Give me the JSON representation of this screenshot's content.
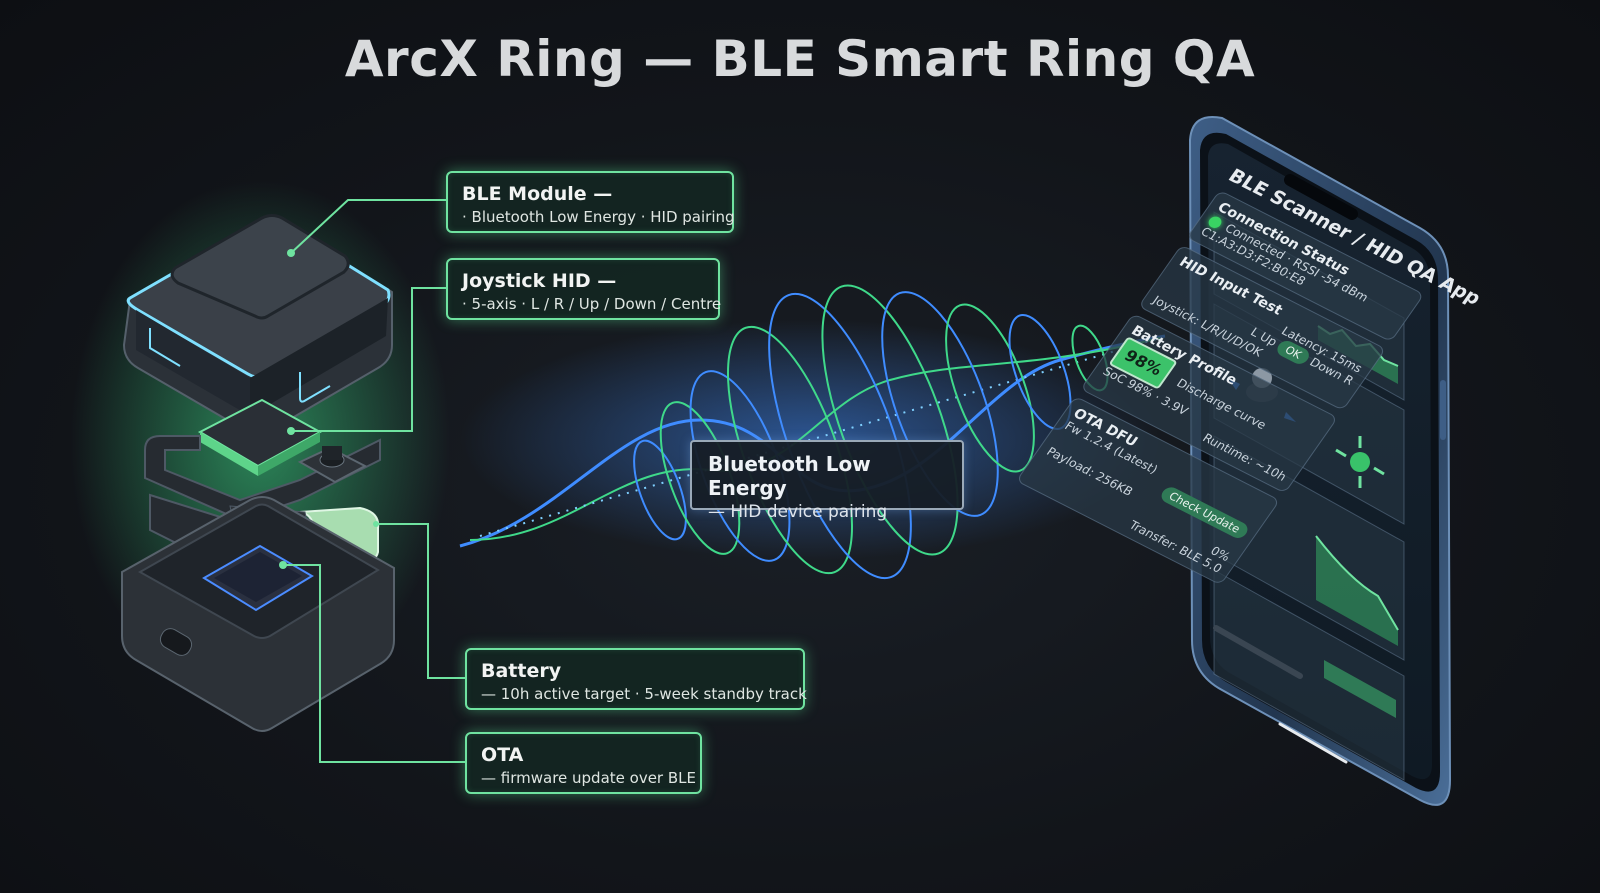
{
  "title": "ArcX Ring — BLE Smart Ring QA",
  "callouts": {
    "ble_module": {
      "heading": "BLE Module —",
      "sub": "· Bluetooth Low Energy · HID pairing"
    },
    "joystick": {
      "heading": "Joystick HID —",
      "sub": "· 5-axis · L / R / Up / Down / Centre"
    },
    "battery": {
      "heading": "Battery",
      "sub": "— 10h active target · 5-week standby track"
    },
    "ota": {
      "heading": "OTA",
      "sub": "— firmware update over BLE"
    }
  },
  "signal": {
    "heading": "Bluetooth Low Energy",
    "sub": "— HID device pairing"
  },
  "app": {
    "title": "BLE Scanner / HID QA App",
    "connection": {
      "label": "Connection Status",
      "status": "Connected · RSSI -54 dBm",
      "mac": "C1:A3:D3:F2:B0:E8"
    },
    "hid": {
      "label": "HID Input Test",
      "latency": "Latency: 15ms",
      "joystick": "Joystick: L/R/U/D/OK",
      "up": "Up",
      "down": "Down",
      "left": "L",
      "right": "R",
      "ok": "OK"
    },
    "battery": {
      "label": "Battery Profile",
      "percent": "98%",
      "soc": "SoC 98% · 3.9V",
      "curve": "Discharge curve",
      "runtime": "Runtime: ~10h"
    },
    "ota": {
      "label": "OTA DFU",
      "fw": "Fw 1.2.4 (Latest)",
      "button": "Check Update",
      "payload": "Payload: 256KB",
      "progress": "0%",
      "transfer": "Transfer: BLE 5.0"
    }
  },
  "colors": {
    "accent_green": "#6fe3a0",
    "wave_blue": "#3f8cff",
    "wave_green": "#3fd98a",
    "background": "#12151a"
  }
}
